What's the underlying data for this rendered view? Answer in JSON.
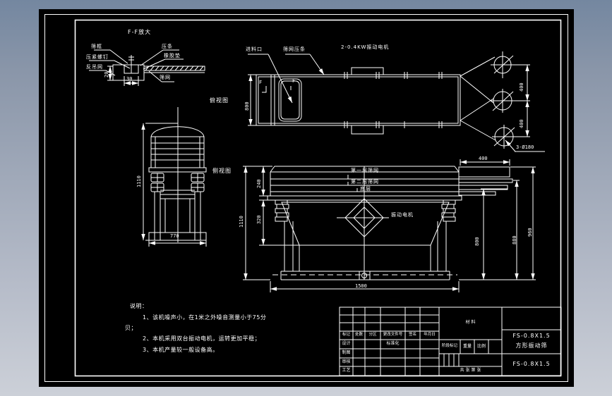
{
  "app": {
    "canvas_bg_top": "#7487a0",
    "canvas_bg_bottom": "#ccd0d8",
    "sheet_color": "#000000",
    "line_color": "#ffffff"
  },
  "detail_view": {
    "title": "F-F放大",
    "label_sieve_frame": "筛框",
    "label_press_screw": "压紧螺钉",
    "label_hang_net": "反吊网",
    "label_press_strip": "压条",
    "label_rubber_pad": "橡胶垫",
    "label_mesh": "筛网",
    "dim_width": "30",
    "dim_height": "20"
  },
  "top_view": {
    "view_label": "俯视图",
    "feed_label": "进料口",
    "strip_label": "筛网压条",
    "motor_label": "2-0.4KW振动电机",
    "section_f": "F",
    "dim_width": "800",
    "dim_gap1": "400",
    "dim_gap2": "400",
    "holes_label": "3-Ø180"
  },
  "side_view": {
    "view_label": "侧视图",
    "dim_height": "1110",
    "dim_width": "770"
  },
  "front_view": {
    "label_layer1": "第一层筛网",
    "label_layer2": "第二层筛网",
    "label_bottom": "底层",
    "label_motor": "振动电机",
    "dim_240": "240",
    "dim_320": "320",
    "dim_1110": "1110",
    "dim_1500": "1500",
    "dim_outlet_400": "400",
    "dim_800": "800",
    "dim_880": "880",
    "dim_960": "960"
  },
  "notes": {
    "title": "说明：",
    "line1": "1、该机噪声小，在1米之外噪音测量小于75分",
    "line1_cont": "贝；",
    "line2": "2、本机采用双台振动电机，运转更加平稳；",
    "line3": "3、本机产量较一般设备高。"
  },
  "title_block": {
    "rev_cols": [
      "标记",
      "处数",
      "分区",
      "更改文件号",
      "签名",
      "年月日"
    ],
    "design": "设计",
    "draft": "制图",
    "check": "审核",
    "process": "工艺",
    "standardization": "标准化",
    "material": "材  料",
    "stage": "阶段标记",
    "weight": "重量",
    "scale": "比例",
    "sheets": "共  张  第  张",
    "name_line1": "FS-0.8X1.5",
    "name_line2": "方形振动筛",
    "code": "FS-0.8X1.5"
  }
}
